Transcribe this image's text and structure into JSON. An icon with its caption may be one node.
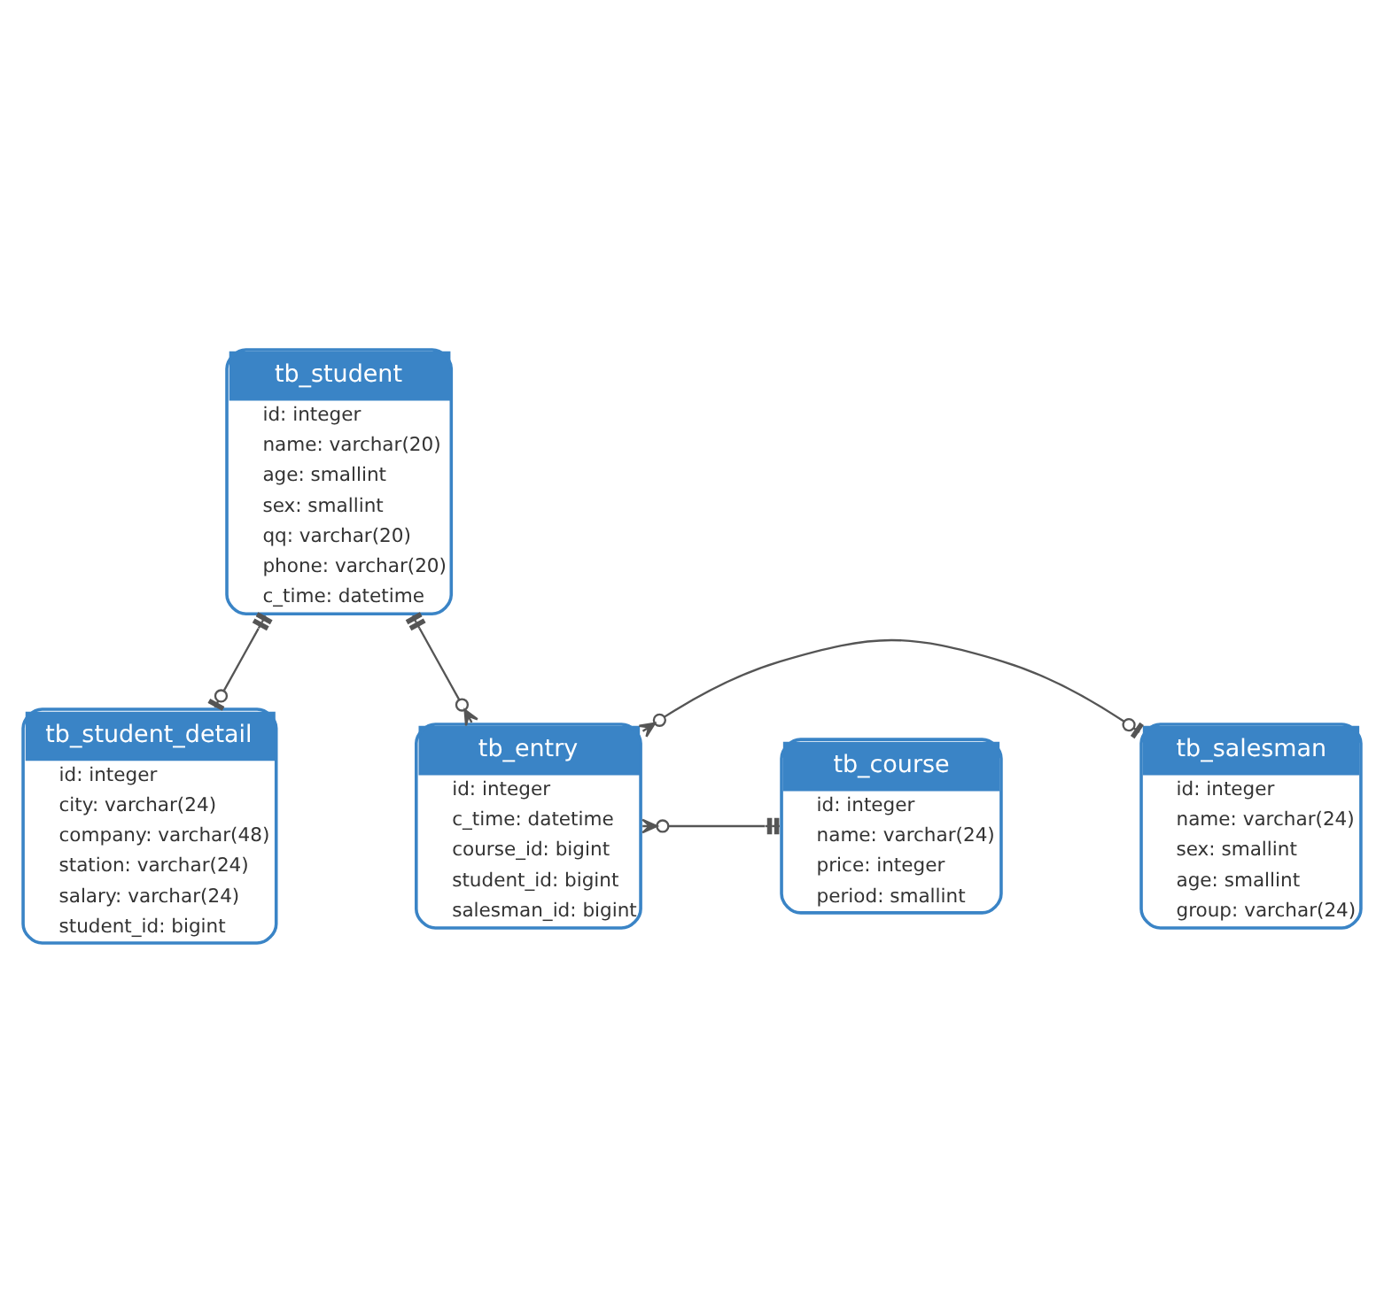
{
  "diagram": {
    "nodes": [
      {
        "text": [
          "tb_student_detail",
          "id: integer",
          "city: varchar(24)",
          "company: varchar(48)",
          "station: varchar(24)",
          "salary: varchar(24)",
          "student_id: bigint"
        ]
      },
      {
        "text": [
          "tb_student",
          "id: integer",
          "name: varchar(20)",
          "age: smallint",
          "sex: smallint",
          "qq: varchar(20)",
          "phone: varchar(20)",
          "c_time: datetime"
        ]
      },
      {
        "text": [
          "tb_salesman",
          "id: integer",
          "name: varchar(24)",
          "sex: smallint",
          "age: smallint",
          "group: varchar(24)"
        ]
      },
      {
        "text": [
          "tb_entry",
          "id: integer",
          "c_time: datetime",
          "course_id: bigint",
          "student_id: bigint",
          "salesman_id: bigint"
        ]
      },
      {
        "text": [
          "tb_course",
          "id: integer",
          "name: varchar(24)",
          "price: integer",
          "period: smallint"
        ]
      }
    ],
    "edges": [
      {
        "from": 0,
        "to": 1,
        "arrow": "other"
      },
      {
        "from": 1,
        "to": 3,
        "arrow": "other"
      },
      {
        "from": 2,
        "to": 3,
        "arrow": "other"
      },
      {
        "from": 3,
        "to": 4,
        "arrow": "other"
      }
    ]
  }
}
